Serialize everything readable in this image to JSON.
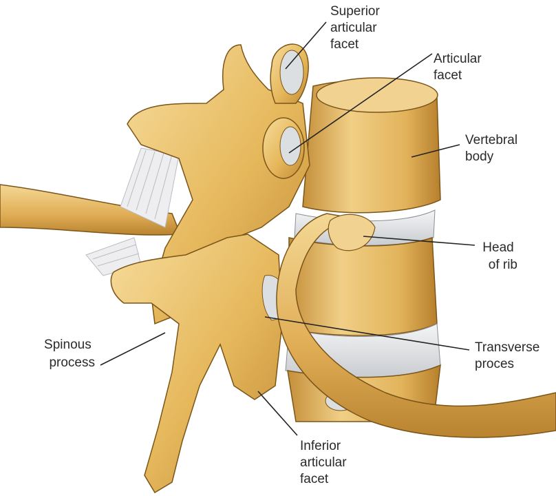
{
  "labels": {
    "superior_articular_facet": [
      "Superior",
      "articular",
      "facet"
    ],
    "articular_facet": [
      "Articular",
      "facet"
    ],
    "vertebral_body": [
      "Vertebral",
      "body"
    ],
    "head_of_rib": [
      "Head",
      "of rib"
    ],
    "transverse_process": [
      "Transverse",
      "proces"
    ],
    "spinous_process": [
      "Spinous",
      "process"
    ],
    "inferior_articular_facet": [
      "Inferior",
      "articular",
      "facet"
    ]
  },
  "colors": {
    "bone_fill": "#e6b85c",
    "bone_light": "#f3d691",
    "bone_shadow": "#b7822e",
    "outline": "#7a5418",
    "cartilage": "#dcdfe2",
    "ligament": "#eeeef0",
    "leader": "#222222"
  }
}
